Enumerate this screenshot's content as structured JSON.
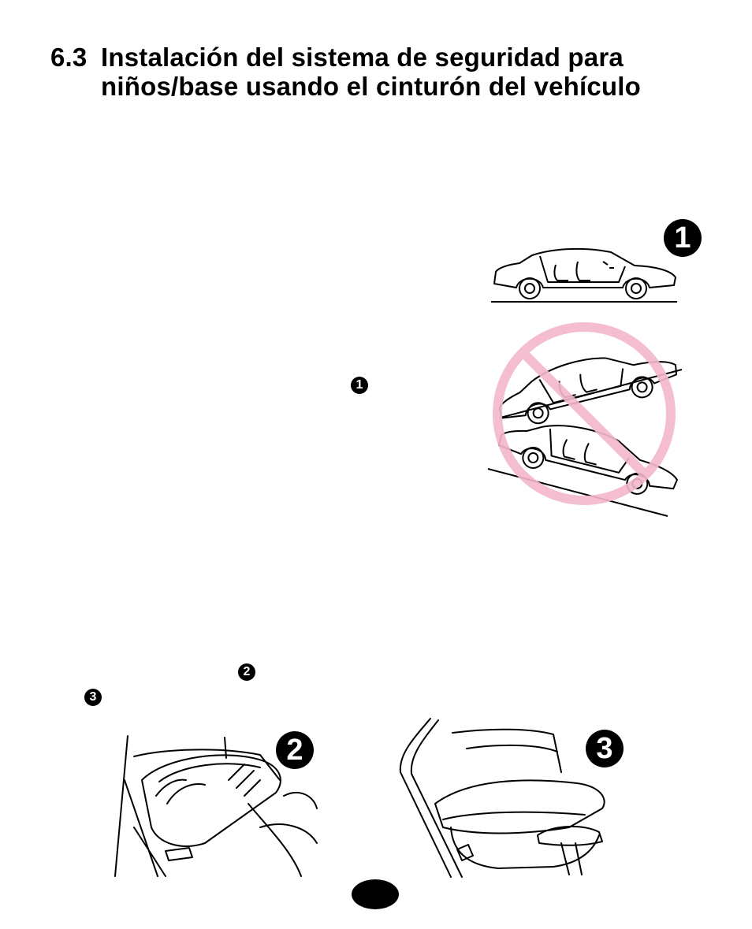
{
  "heading": {
    "number": "6.3",
    "line1": "Instalación del sistema de seguridad para",
    "line2": "niños/base usando el cinturón del vehículo"
  },
  "markers": {
    "fig1": "1",
    "fig2": "2",
    "fig3": "3",
    "ref1": "1",
    "ref2": "2",
    "ref3": "3"
  },
  "colors": {
    "prohibition": "#f3b8cb",
    "ink": "#000000"
  }
}
